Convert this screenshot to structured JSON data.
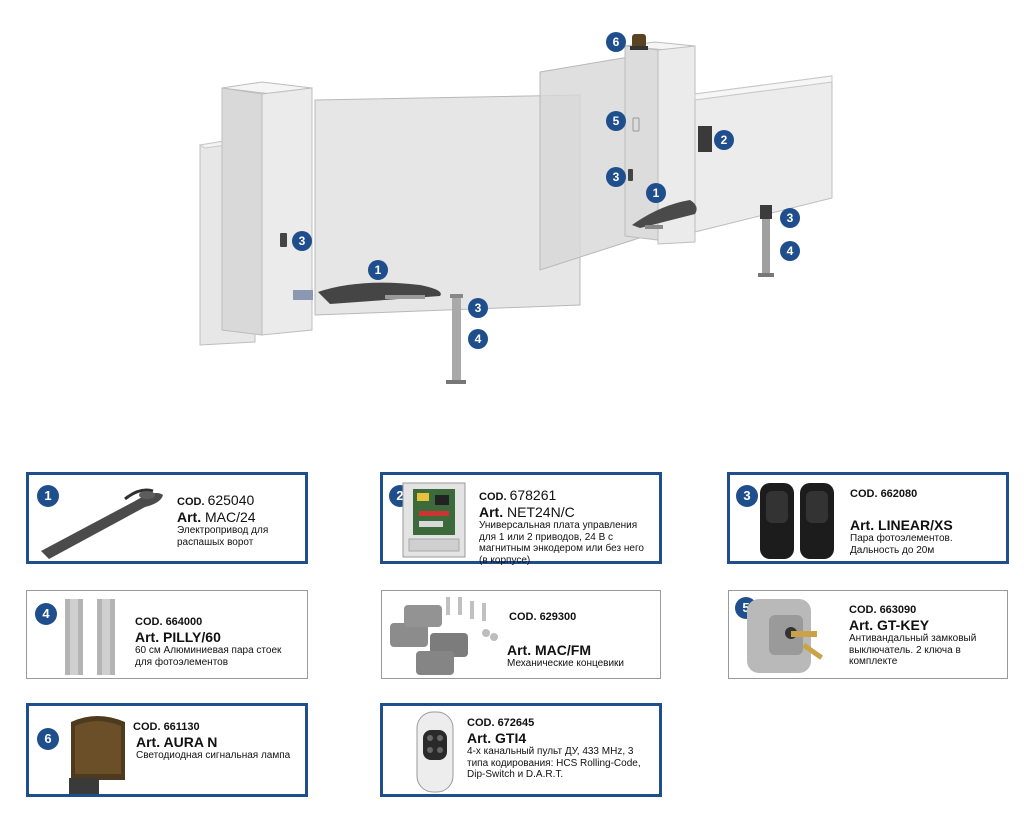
{
  "colors": {
    "accent": "#1f4e8c",
    "wall": "#ececec",
    "glass": "#d9d9d9",
    "motor": "#4a4a4a"
  },
  "scene_badges": [
    "6",
    "5",
    "2",
    "3",
    "1",
    "3",
    "3",
    "1",
    "4",
    "3",
    "4"
  ],
  "products": [
    {
      "num": "1",
      "cod_label": "COD.",
      "cod": "625040",
      "art_label": "Art.",
      "art": "MAC/24",
      "desc": "Электропривод для распашых ворот",
      "icon": "swing-gate-motor-icon"
    },
    {
      "num": "2",
      "cod_label": "COD.",
      "cod": "678261",
      "art_label": "Art.",
      "art": "NET24N/C",
      "desc": "Универсальная плата управления для 1 или 2 приводов,  24 В с магнитным энкодером или без него (в корпусе)",
      "icon": "control-board-icon"
    },
    {
      "num": "3",
      "cod_label": "COD.",
      "cod": "662080",
      "art_label": "Art.",
      "art": "LINEAR/XS",
      "desc": "Пара фотоэлементов. Дальность до 20м",
      "icon": "photocell-pair-icon"
    },
    {
      "num": "4",
      "cod_label": "COD.",
      "cod": "664000",
      "art_label": "Art.",
      "art": "PILLY/60",
      "desc": "60 см Алюминиевая пара стоек для фотоэлементов",
      "icon": "aluminium-post-icon"
    },
    {
      "num": "",
      "cod_label": "COD.",
      "cod": "629300",
      "art_label": "Art.",
      "art": "MAC/FM",
      "desc": "Механические концевики",
      "icon": "mechanical-limit-stop-icon"
    },
    {
      "num": "5",
      "cod_label": "COD.",
      "cod": "663090",
      "art_label": "Art.",
      "art": "GT-KEY",
      "desc": "Антивандальный замковый выключатель. 2 ключа в комплекте",
      "icon": "key-switch-icon"
    },
    {
      "num": "6",
      "cod_label": "COD.",
      "cod": "661130",
      "art_label": "Art.",
      "art": "AURA N",
      "desc": "Светодиодная сигнальная лампа",
      "icon": "signal-lamp-icon"
    },
    {
      "num": "",
      "cod_label": "COD.",
      "cod": "672645",
      "art_label": "Art.",
      "art": "GTI4",
      "desc": "4-х канальный пульт ДУ, 433 MHz, 3 типа кодирования: HCS Rolling-Code, Dip-Switch и D.A.R.T.",
      "icon": "remote-control-icon"
    }
  ]
}
